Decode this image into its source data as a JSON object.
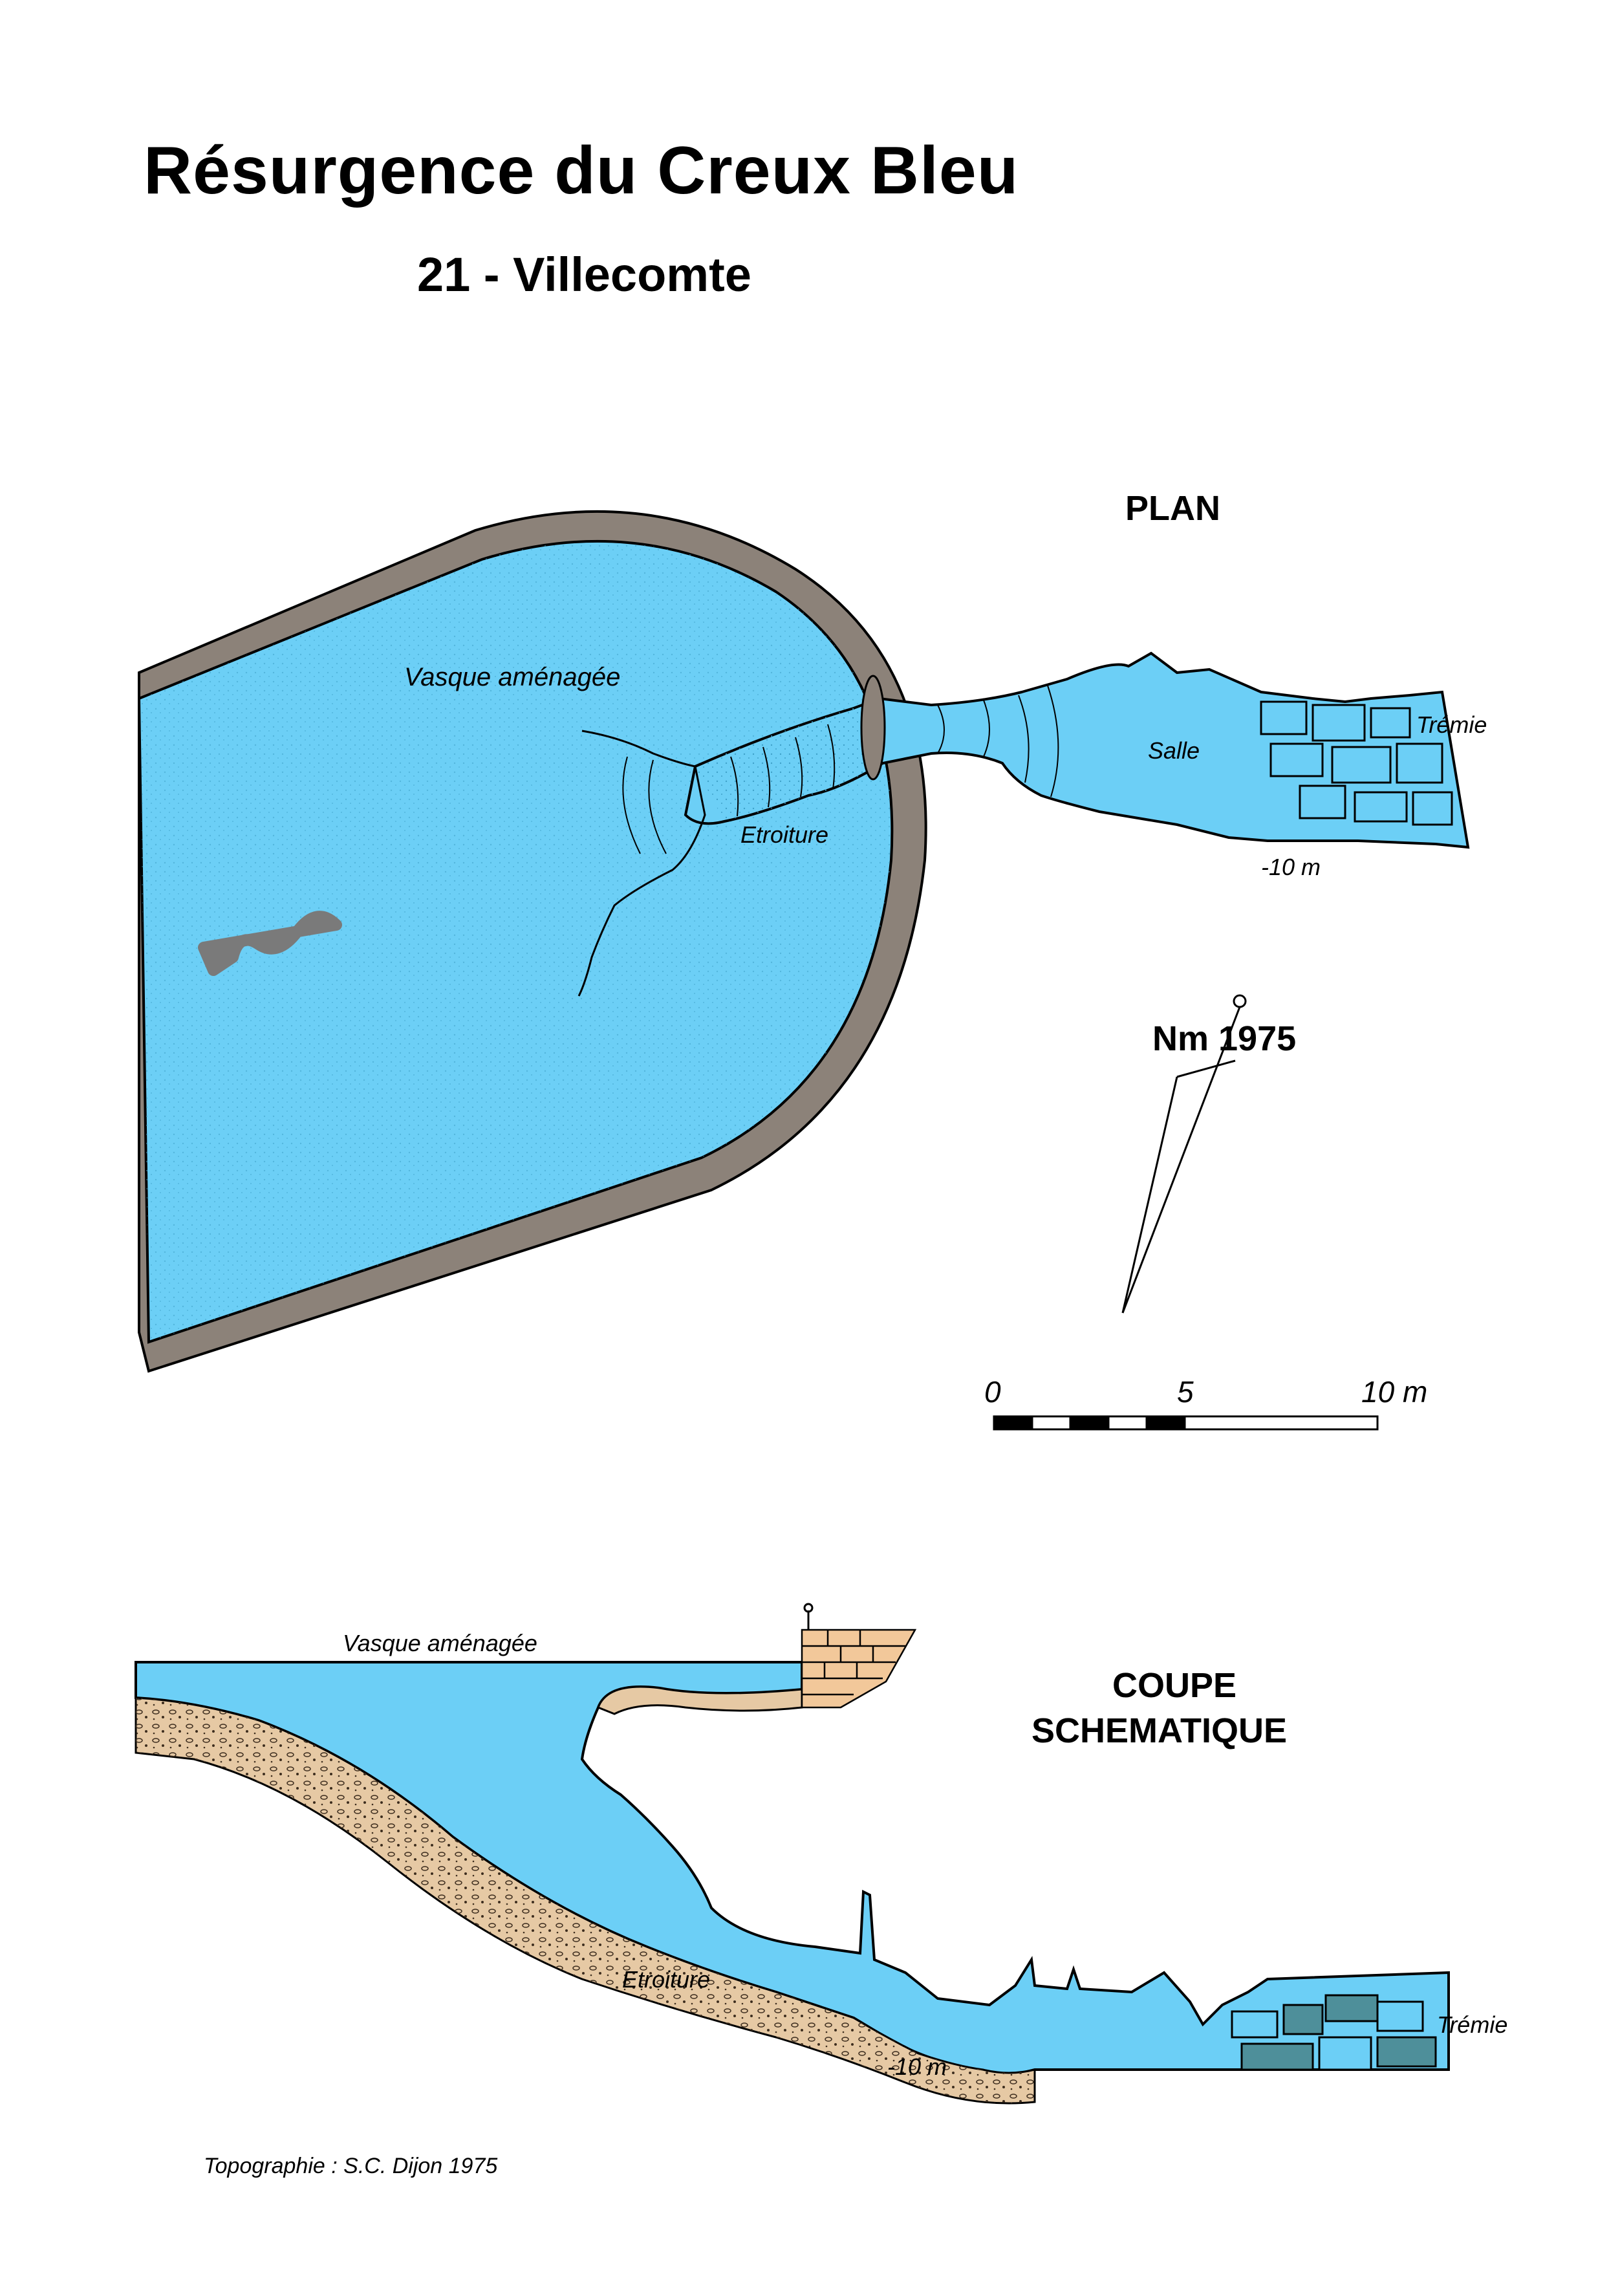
{
  "header": {
    "title": "Résurgence du Creux Bleu",
    "subtitle": "21 - Villecomte"
  },
  "plan": {
    "heading": "PLAN",
    "labels": {
      "basin": "Vasque aménagée",
      "narrows": "Etroiture",
      "hall": "Salle",
      "collapse": "Trémie",
      "depth": "-10 m"
    },
    "north_label": "Nm 1975",
    "scale_bar": {
      "ticks": [
        "0",
        "5",
        "10 m"
      ],
      "length_m": 10
    }
  },
  "section": {
    "heading_line1": "COUPE",
    "heading_line2": "SCHEMATIQUE",
    "labels": {
      "basin": "Vasque aménagée",
      "narrows": "Etroiture",
      "collapse": "Trémie",
      "depth": "-10 m"
    }
  },
  "footer": {
    "credit": "Topographie : S.C. Dijon 1975"
  },
  "colors": {
    "water": "#6ccff6",
    "wall": "#8c8279",
    "sediment": "#e6c9a4",
    "masonry": "#f2c89a",
    "ink": "#000000",
    "arrow": "#7a7a7a"
  }
}
